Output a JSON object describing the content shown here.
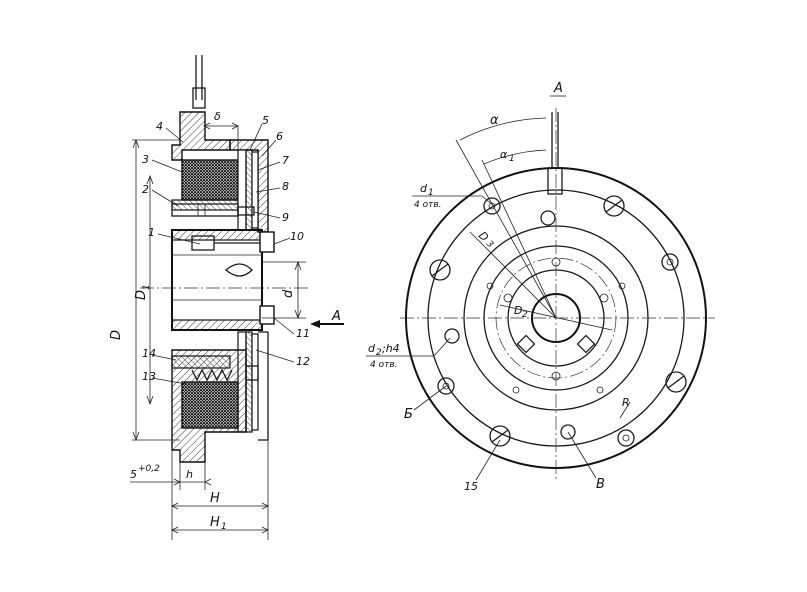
{
  "drawing": {
    "callouts_section": [
      "1",
      "2",
      "3",
      "4",
      "5",
      "6",
      "7",
      "8",
      "9",
      "10",
      "11",
      "12",
      "13",
      "14"
    ],
    "dims_section": {
      "delta": "δ",
      "D": "D",
      "D1": "D",
      "D1_sub": "1",
      "d": "d",
      "h": "h",
      "H": "H",
      "H1": "H",
      "H1_sub": "1",
      "gap": "5",
      "gap_tol": "+0,2",
      "view_arrow": "A"
    },
    "front_view": {
      "view_title": "A",
      "alpha": "α",
      "alpha1": "α",
      "alpha1_sub": "1",
      "d1_label": "d",
      "d1_sub": "1",
      "d1_holes": "4 отв.",
      "D3": "D",
      "D3_sub": "3",
      "D2": "D",
      "D2_sub": "2",
      "d2_label": "d",
      "d2_sub": "2",
      "d2_fit": ";h4",
      "d2_holes": "4 отв.",
      "R": "R",
      "B_cyr": "Б",
      "V_cyr": "В",
      "callout_15": "15"
    }
  }
}
